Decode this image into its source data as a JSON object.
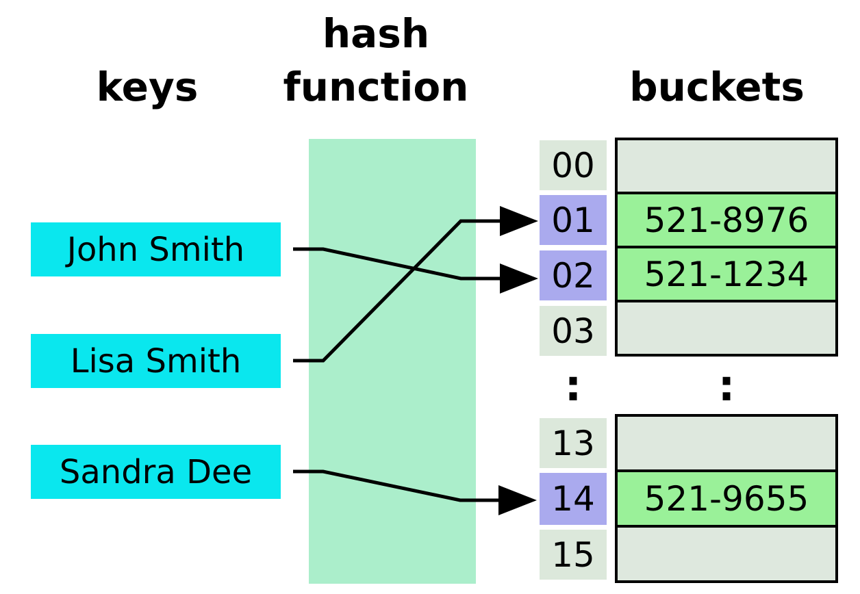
{
  "diagram": {
    "headers": {
      "keys": "keys",
      "hash_function": "hash\nfunction",
      "buckets": "buckets"
    },
    "keys": [
      {
        "label": "John Smith",
        "maps_to_index": "02"
      },
      {
        "label": "Lisa Smith",
        "maps_to_index": "01"
      },
      {
        "label": "Sandra Dee",
        "maps_to_index": "14"
      }
    ],
    "index_top": [
      {
        "label": "00",
        "highlighted": false
      },
      {
        "label": "01",
        "highlighted": true
      },
      {
        "label": "02",
        "highlighted": true
      },
      {
        "label": "03",
        "highlighted": false
      }
    ],
    "index_bottom": [
      {
        "label": "13",
        "highlighted": false
      },
      {
        "label": "14",
        "highlighted": true
      },
      {
        "label": "15",
        "highlighted": false
      }
    ],
    "ellipsis": ":",
    "buckets_top": [
      {
        "value": "",
        "filled": false
      },
      {
        "value": "521-8976",
        "filled": true
      },
      {
        "value": "521-1234",
        "filled": true
      },
      {
        "value": "",
        "filled": false
      }
    ],
    "buckets_bottom": [
      {
        "value": "",
        "filled": false
      },
      {
        "value": "521-9655",
        "filled": true
      },
      {
        "value": "",
        "filled": false
      }
    ],
    "colors": {
      "key_fill": "#0AE7EE",
      "hash_fill": "#ABEECB",
      "index_fill": "#DCE8DB",
      "index_highlight": "#AAAAEE",
      "bucket_empty": "#DEE8DE",
      "bucket_filled": "#9AF199",
      "line": "#000000"
    }
  }
}
